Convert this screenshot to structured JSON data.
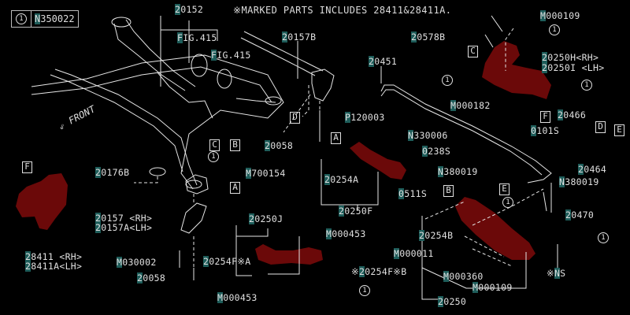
{
  "diagram": {
    "note": "※MARKED PARTS INCLUDES 28411&28411A.",
    "reference": {
      "circle": "1",
      "part": "N350022"
    },
    "front_label": "FRONT",
    "highlight_color": "#7a0a0a",
    "label_highlight_color": "#1e5d5a",
    "callout_boxes": [
      "A",
      "B",
      "C",
      "D",
      "E",
      "F"
    ],
    "labels": [
      {
        "id": "l-20152",
        "text": "20152"
      },
      {
        "id": "l-fig415a",
        "text": "FIG.415"
      },
      {
        "id": "l-fig415b",
        "text": "FIG.415"
      },
      {
        "id": "l-20157b",
        "text": "20157B"
      },
      {
        "id": "l-20451",
        "text": "20451"
      },
      {
        "id": "l-m000109a",
        "text": "M000109"
      },
      {
        "id": "l-20578b",
        "text": "20578B"
      },
      {
        "id": "l-20250h",
        "text": "20250H<RH>"
      },
      {
        "id": "l-20250i",
        "text": "20250I <LH>"
      },
      {
        "id": "l-m000182",
        "text": "M000182"
      },
      {
        "id": "l-20466",
        "text": "20466"
      },
      {
        "id": "l-0101s",
        "text": "0101S"
      },
      {
        "id": "l-20464",
        "text": "20464"
      },
      {
        "id": "l-p120003",
        "text": "P120003"
      },
      {
        "id": "l-n330006",
        "text": "N330006"
      },
      {
        "id": "l-0238s",
        "text": "0238S"
      },
      {
        "id": "l-20058a",
        "text": "20058"
      },
      {
        "id": "l-m700154",
        "text": "M700154"
      },
      {
        "id": "l-20254a",
        "text": "20254A"
      },
      {
        "id": "l-0511s",
        "text": "0511S"
      },
      {
        "id": "l-20250f",
        "text": "20250F"
      },
      {
        "id": "l-n380019a",
        "text": "N380019"
      },
      {
        "id": "l-n380019b",
        "text": "N380019"
      },
      {
        "id": "l-20470",
        "text": "20470"
      },
      {
        "id": "l-20176b",
        "text": "20176B"
      },
      {
        "id": "l-20157",
        "text": "20157 <RH>"
      },
      {
        "id": "l-20157a",
        "text": "20157A<LH>"
      },
      {
        "id": "l-28411",
        "text": "28411 <RH>"
      },
      {
        "id": "l-28411a",
        "text": "28411A<LH>"
      },
      {
        "id": "l-m030002",
        "text": "M030002"
      },
      {
        "id": "l-20058b",
        "text": "20058"
      },
      {
        "id": "l-20250j",
        "text": "20250J"
      },
      {
        "id": "l-m000453a",
        "text": "M000453"
      },
      {
        "id": "l-20254fa",
        "text": "20254F※A"
      },
      {
        "id": "l-20254fb",
        "text": "※20254F※B"
      },
      {
        "id": "l-m000453b",
        "text": "M000453"
      },
      {
        "id": "l-20254b",
        "text": "20254B"
      },
      {
        "id": "l-m000011",
        "text": "M000011"
      },
      {
        "id": "l-m000360",
        "text": "M000360"
      },
      {
        "id": "l-m000109b",
        "text": "M000109"
      },
      {
        "id": "l-20250",
        "text": "20250"
      },
      {
        "id": "l-ns",
        "text": "※NS"
      }
    ],
    "circle_ref": "1"
  }
}
